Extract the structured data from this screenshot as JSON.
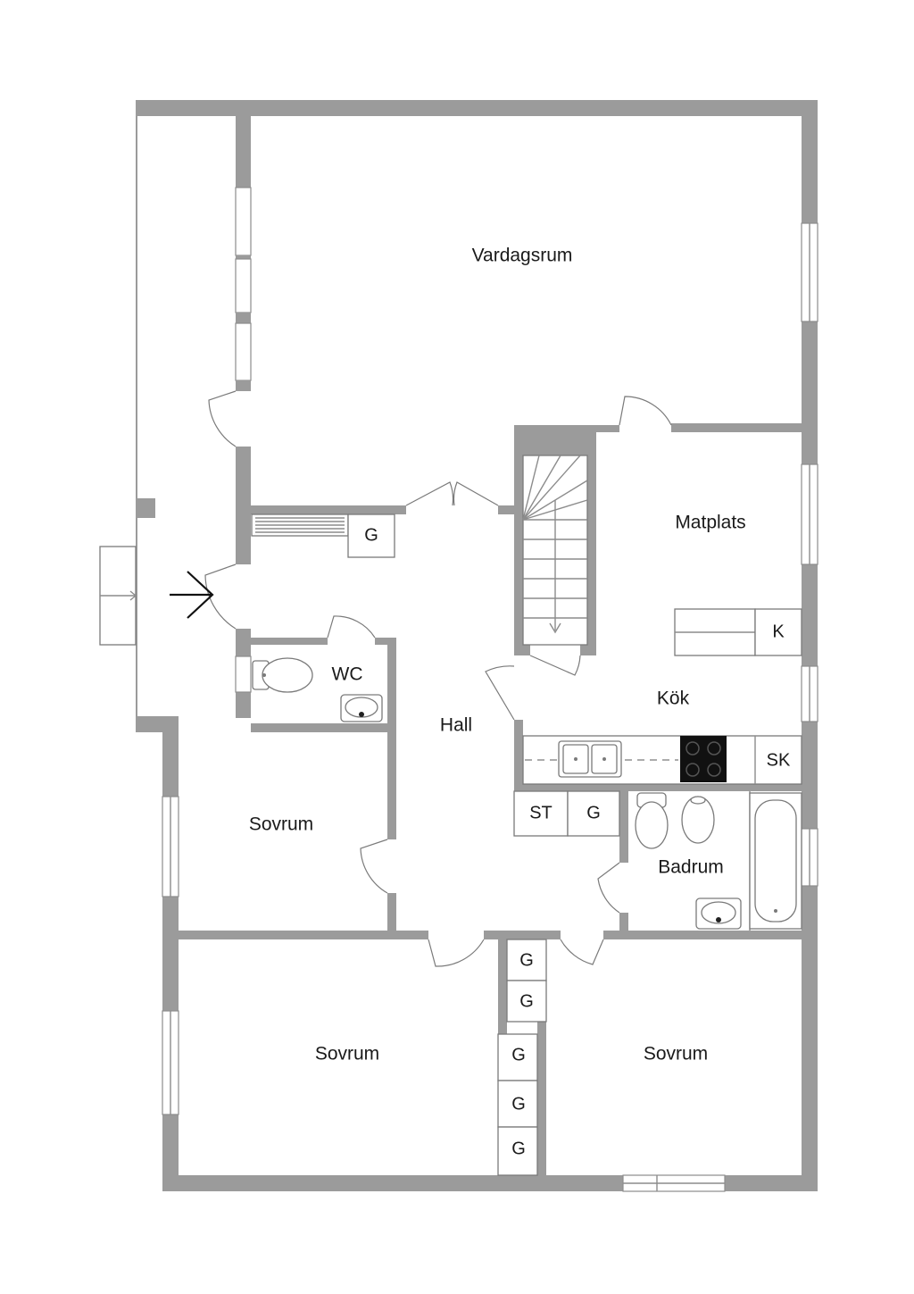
{
  "rooms": {
    "vardagsrum": "Vardagsrum",
    "matplats": "Matplats",
    "kok": "Kök",
    "wc": "WC",
    "hall": "Hall",
    "badrum": "Badrum",
    "sovrum_1": "Sovrum",
    "sovrum_2": "Sovrum",
    "sovrum_3": "Sovrum"
  },
  "fixtures": {
    "g_hall_top": "G",
    "k_kitchen": "K",
    "sk_kitchen": "SK",
    "st_closet": "ST",
    "g_closet_st": "G",
    "g_stack_1": "G",
    "g_stack_2": "G",
    "g_stack_3": "G",
    "g_stack_4": "G",
    "g_stack_5": "G"
  },
  "colors": {
    "wall": "#9b9b9b",
    "stove": "#111111"
  }
}
